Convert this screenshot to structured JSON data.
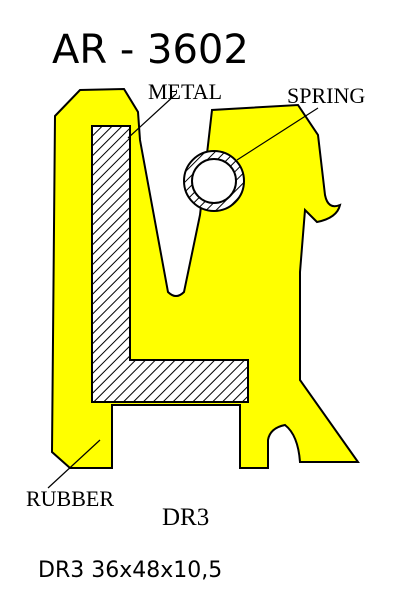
{
  "diagram": {
    "title": "AR - 3602",
    "labels": {
      "metal": "METAL",
      "spring": "SPRING",
      "rubber": "RUBBER"
    },
    "profile_code": "DR3",
    "specification": "DR3 36x48x10,5"
  },
  "colors": {
    "rubber_fill": "#ffff00",
    "metal_fill": "#c8c8c8",
    "outline": "#000000",
    "background": "#ffffff"
  }
}
